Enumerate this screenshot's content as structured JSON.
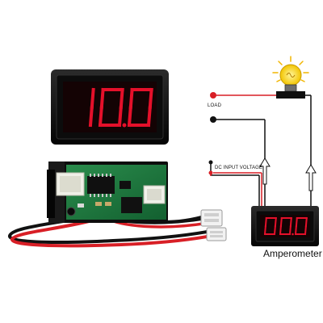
{
  "top_display": {
    "reading": "10.0",
    "digit_color": "#e5102a",
    "bezel_color": "#0a0a0a"
  },
  "labels": {
    "load": "LOAD",
    "dc_input": "DC INPUT VOLTAGE",
    "amperometer": "Amperometer"
  },
  "diagram_display": {
    "reading": "00.0",
    "digit_color": "#e5102a"
  },
  "colors": {
    "red_wire": "#d81f26",
    "black_wire": "#111111",
    "pcb": "#1c7a3c",
    "bulb_glow": "#f6d600"
  },
  "icons": [
    "light-bulb-icon",
    "arrow-up-icon"
  ]
}
